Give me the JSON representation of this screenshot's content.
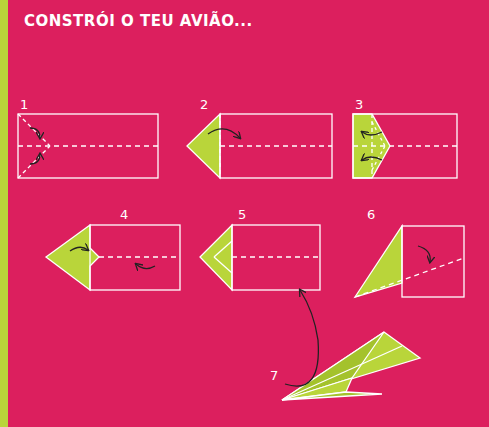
{
  "diagram": {
    "title": "CONSTRÓI O TEU AVIÃO...",
    "labels": [
      "1",
      "2",
      "3",
      "4",
      "5",
      "6",
      "7"
    ]
  }
}
